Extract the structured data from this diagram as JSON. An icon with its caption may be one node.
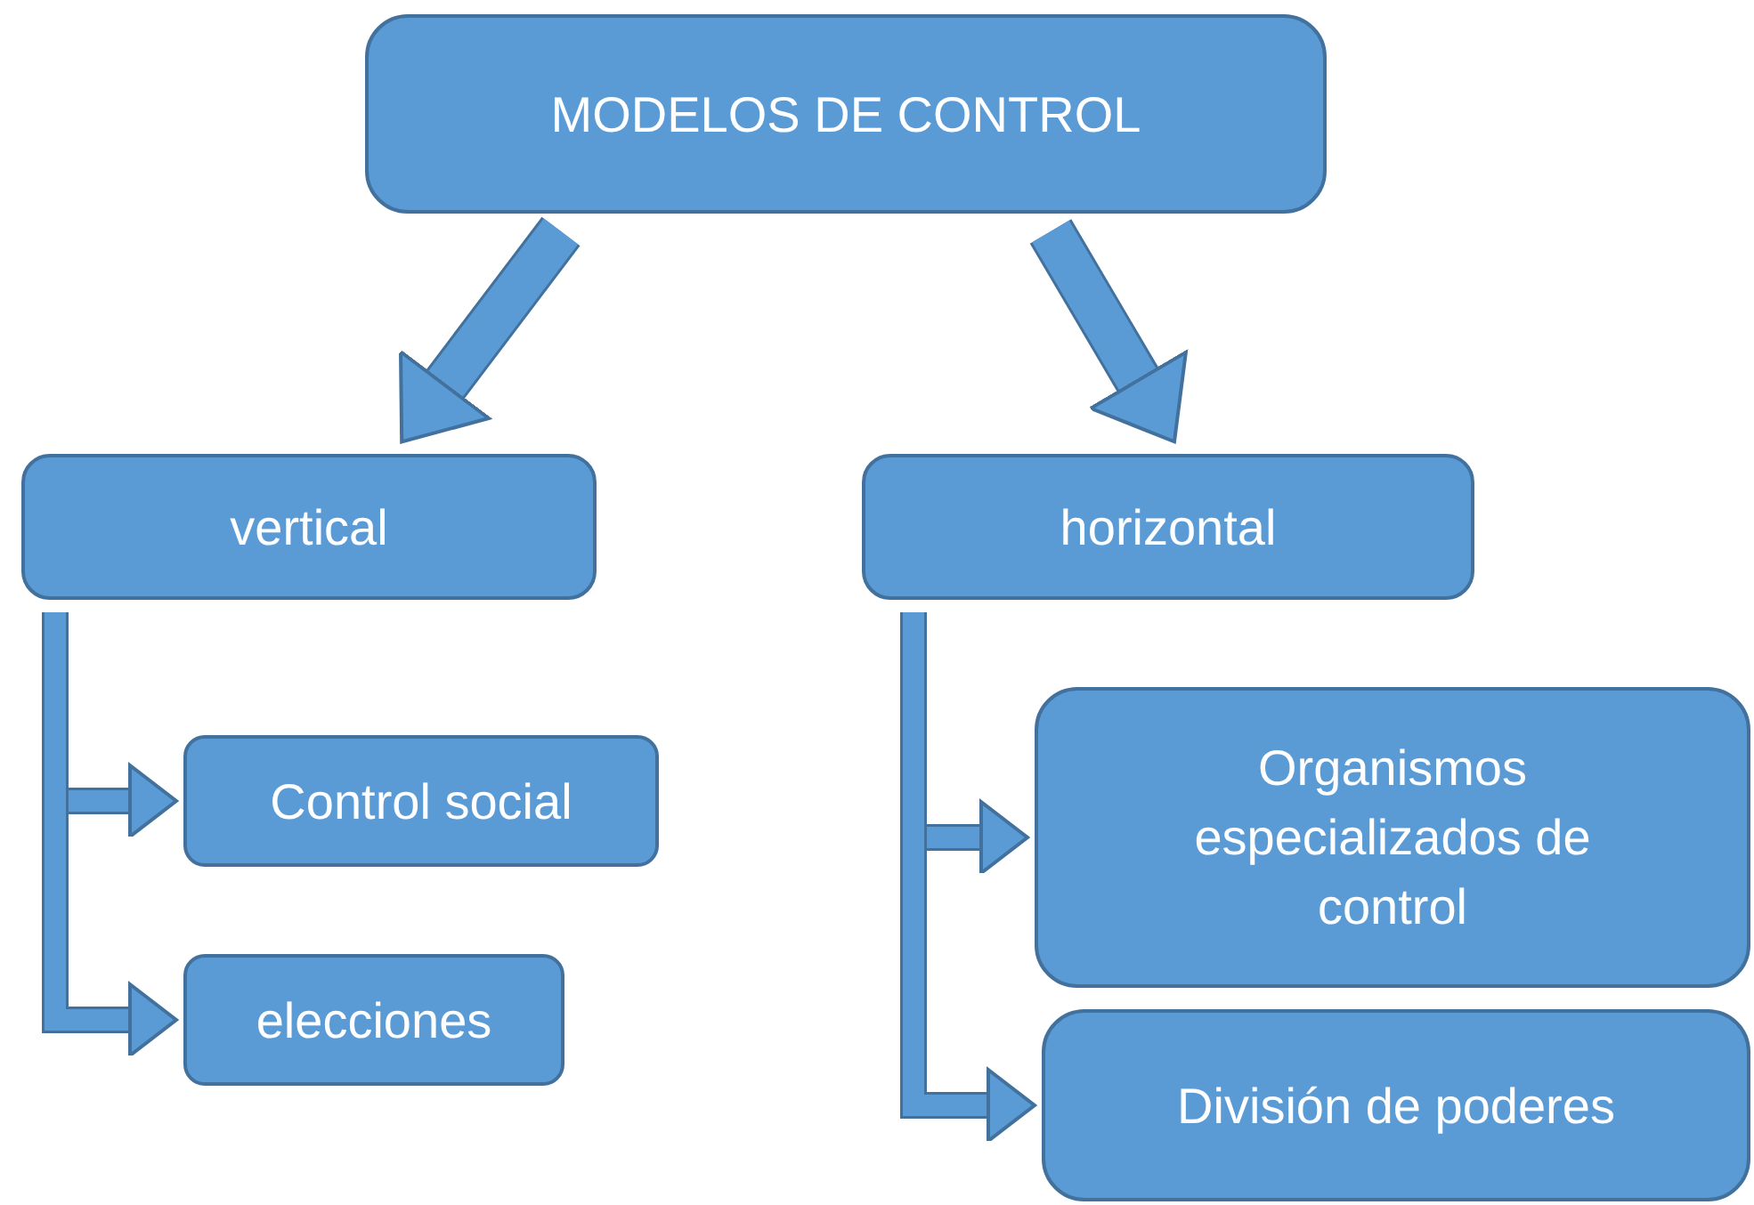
{
  "diagram": {
    "nodes": [
      {
        "text": [
          "MODELOS DE CONTROL"
        ]
      },
      {
        "text": [
          "vertical"
        ]
      },
      {
        "text": [
          "horizontal"
        ]
      },
      {
        "text": [
          "Control social"
        ]
      },
      {
        "text": [
          "elecciones"
        ]
      },
      {
        "text": [
          "Organismos especializados de control"
        ]
      },
      {
        "text": [
          "División de poderes"
        ]
      }
    ],
    "edges": [
      {
        "from": 0,
        "to": 1,
        "arrow": "to",
        "style": "thick"
      },
      {
        "from": 0,
        "to": 2,
        "arrow": "to",
        "style": "thick"
      },
      {
        "from": 1,
        "to": 3,
        "arrow": "to"
      },
      {
        "from": 1,
        "to": 4,
        "arrow": "to"
      },
      {
        "from": 2,
        "to": 5,
        "arrow": "to"
      },
      {
        "from": 2,
        "to": 6,
        "arrow": "to"
      }
    ]
  }
}
